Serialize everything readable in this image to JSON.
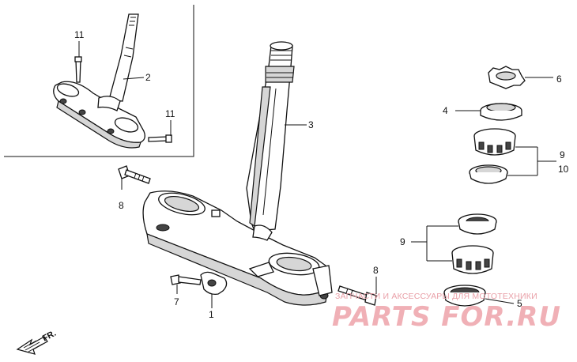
{
  "callouts": {
    "c1": "1",
    "c2": "2",
    "c3": "3",
    "c4": "4",
    "c5": "5",
    "c6": "6",
    "c7": "7",
    "c8a": "8",
    "c8b": "8",
    "c9a": "9",
    "c9b": "9",
    "c10": "10",
    "c11a": "11",
    "c11b": "11"
  },
  "direction": {
    "label": "FR."
  },
  "watermark": {
    "subtitle": "ЗАПЧАСТИ И АКСЕССУАРЫ ДЛЯ МОТОТЕХНИКИ",
    "brand": "PARTS FOR.RU"
  }
}
